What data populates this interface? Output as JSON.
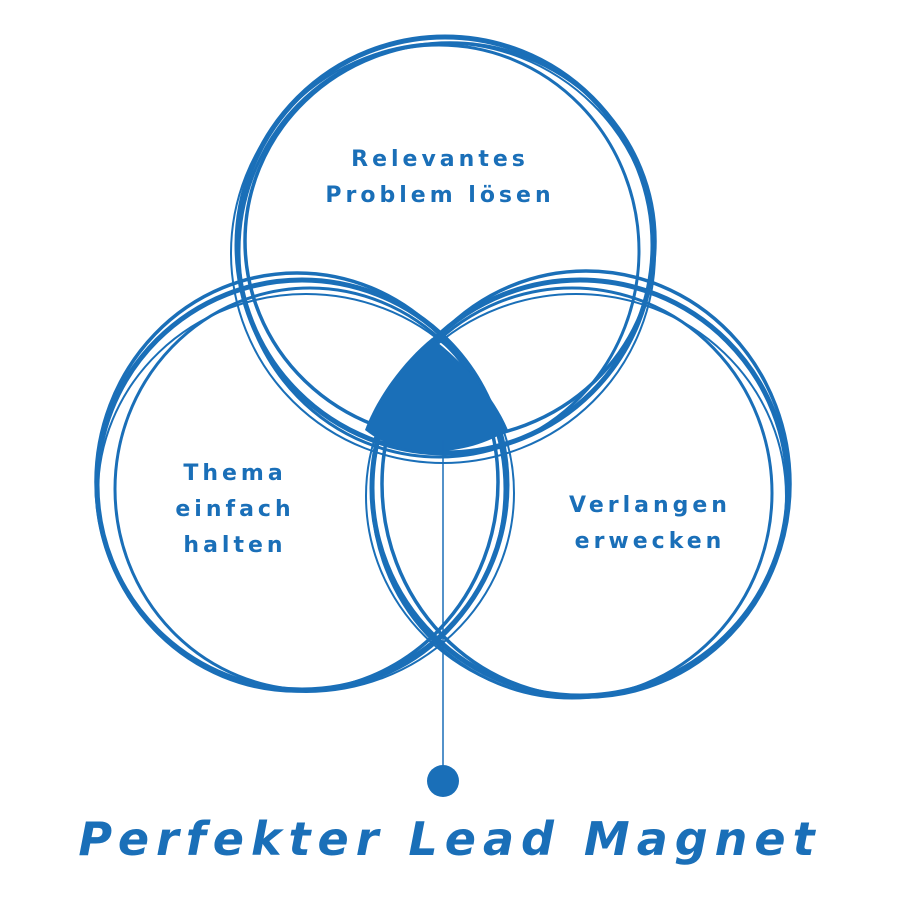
{
  "colors": {
    "accent": "#1a6fb8",
    "background": "#ffffff"
  },
  "circles": {
    "top": {
      "label_lines": [
        "Relevantes",
        "Problem lösen"
      ]
    },
    "left": {
      "label_lines": [
        "Thema",
        "einfach",
        "halten"
      ]
    },
    "right": {
      "label_lines": [
        "Verlangen",
        "erwecken"
      ]
    }
  },
  "title": "Perfekter Lead Magnet"
}
